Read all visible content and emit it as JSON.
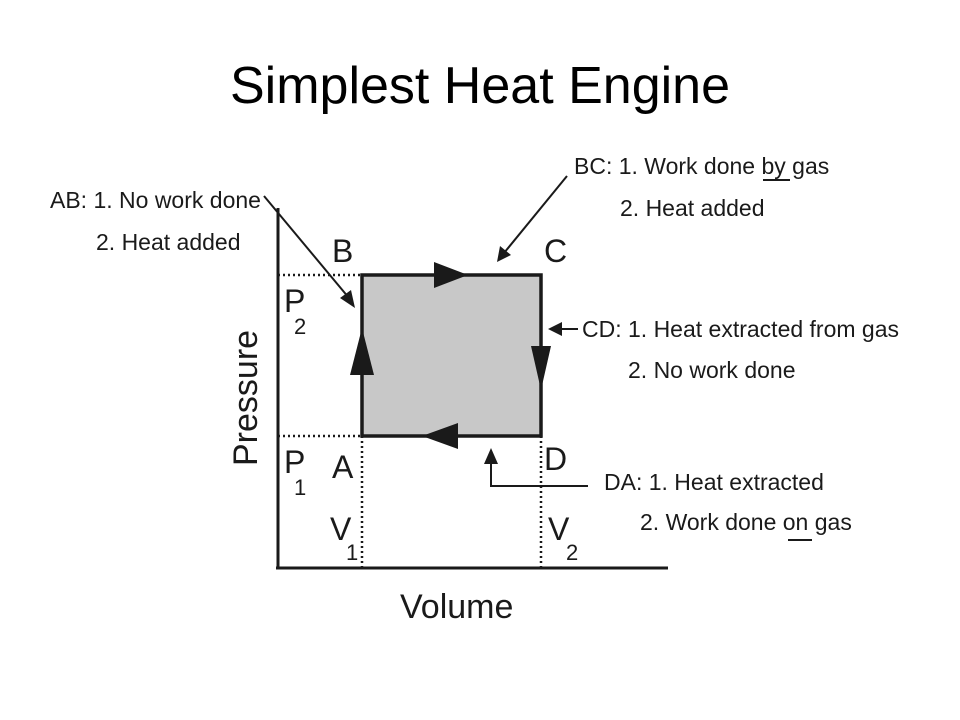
{
  "title": "Simplest Heat Engine",
  "colors": {
    "cycle_fill": "#c8c8c8",
    "ink": "#1a1a1a"
  },
  "points": {
    "A": "A",
    "B": "B",
    "C": "C",
    "D": "D"
  },
  "levels": {
    "p2_main": "P",
    "p2_sub": "2",
    "p1_main": "P",
    "p1_sub": "1",
    "v1_main": "V",
    "v1_sub": "1",
    "v2_main": "V",
    "v2_sub": "2"
  },
  "axes": {
    "y_label": "Pressure",
    "x_label": "Volume"
  },
  "annotations": {
    "ab": {
      "line1": "AB: 1. No work done",
      "line2": "2. Heat added"
    },
    "bc": {
      "line1": "BC: 1. Work done by gas",
      "line2": "2. Heat added"
    },
    "cd": {
      "line1": "CD: 1. Heat extracted from gas",
      "line2": "2. No work done"
    },
    "da": {
      "line1": "DA: 1. Heat extracted",
      "line2": "2. Work done on gas"
    }
  }
}
